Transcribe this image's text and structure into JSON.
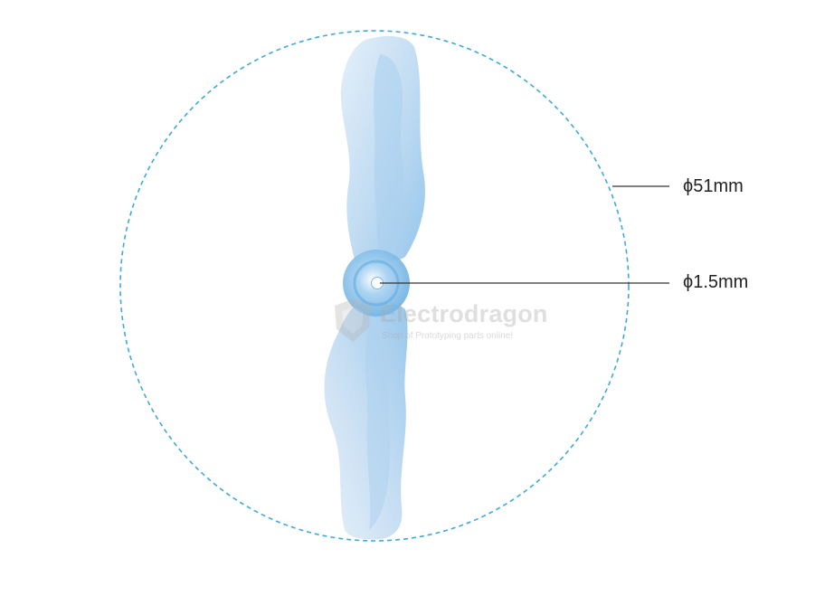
{
  "dimensions": {
    "diameter_label": "ϕ51mm",
    "hub_label": "ϕ1.5mm"
  },
  "watermark": {
    "brand": "Electrodragon",
    "tagline": "Shop of Prototyping parts online!"
  },
  "colors": {
    "circle_stroke": "#3fa9d8",
    "propeller_light": "#cfe3f4",
    "propeller_mid": "#9cc8ea",
    "propeller_hub": "#7dbbe8",
    "leader_line": "#333333"
  },
  "icons": {
    "watermark_logo": "dragon-logo-icon"
  }
}
